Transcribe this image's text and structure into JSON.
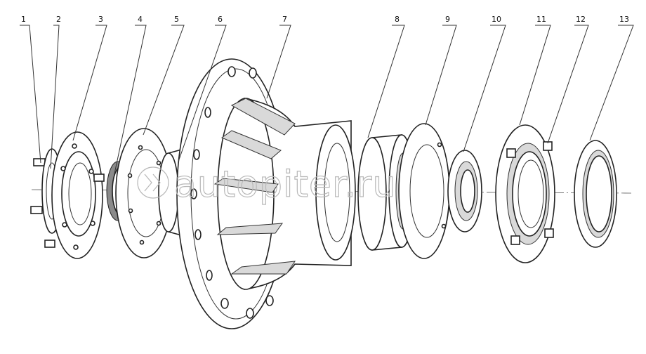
{
  "callouts": [
    "1",
    "2",
    "3",
    "4",
    "5",
    "6",
    "7",
    "8",
    "9",
    "10",
    "11",
    "12",
    "13"
  ],
  "watermark": "autopiter.ru"
}
